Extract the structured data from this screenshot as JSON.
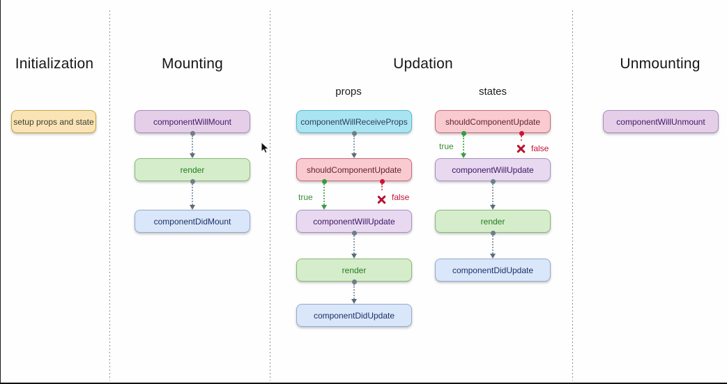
{
  "diagram": {
    "phases": {
      "initialization": {
        "title": "Initialization",
        "nodes": [
          "setup props and state"
        ]
      },
      "mounting": {
        "title": "Mounting",
        "nodes": [
          "componentWillMount",
          "render",
          "componentDidMount"
        ]
      },
      "updation": {
        "title": "Updation",
        "props": {
          "title": "props",
          "nodes": [
            "componentWillReceiveProps",
            "shouldComponentUpdate",
            "componentWillUpdate",
            "render",
            "componentDidUpdate"
          ]
        },
        "states": {
          "title": "states",
          "nodes": [
            "shouldComponentUpdate",
            "componentWillUpdate",
            "render",
            "componentDidUpdate"
          ]
        }
      },
      "unmounting": {
        "title": "Unmounting",
        "nodes": [
          "componentWillUnmount"
        ]
      }
    },
    "branch_labels": {
      "true": "true",
      "false": "false"
    },
    "colors": {
      "orange_fill": "#fae4b5",
      "orange_border": "#c6a63e",
      "purple_fill": "#e5cfe8",
      "purple_border": "#a88cbe",
      "green_fill": "#d6edcb",
      "green_border": "#84ba74",
      "blue_fill": "#dae6f9",
      "blue_border": "#93aad2",
      "cyan_fill": "#a9e5f1",
      "cyan_border": "#56b7d3",
      "red_fill": "#f9cad0",
      "red_border": "#c96a76",
      "true_green": "#2e9e3e",
      "false_red": "#c21236"
    }
  }
}
